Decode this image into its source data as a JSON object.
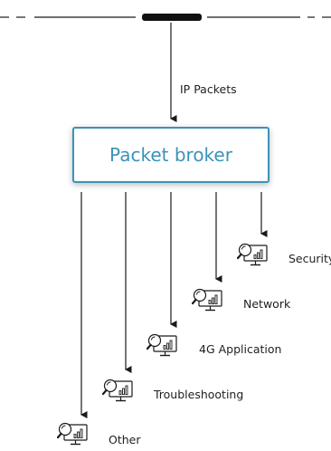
{
  "input_label": "IP Packets",
  "broker": {
    "title": "Packet broker"
  },
  "outputs": [
    {
      "label": "Security"
    },
    {
      "label": "Network"
    },
    {
      "label": "4G Application"
    },
    {
      "label": "Troubleshooting"
    },
    {
      "label": "Other"
    }
  ],
  "colors": {
    "accent": "#3a93b7",
    "line": "#1a1a1a"
  }
}
